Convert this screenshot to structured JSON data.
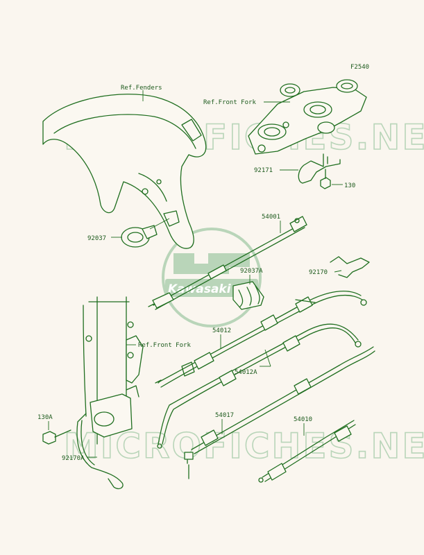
{
  "figure_code": "F2540",
  "watermark": {
    "text": "MICROFICHES.NET",
    "logo_text": "Kawasaki"
  },
  "labels": {
    "ref_fenders": "Ref.Fenders",
    "ref_front_fork_top": "Ref.Front Fork",
    "ref_front_fork_left": "Ref.Front Fork",
    "p92171": "92171",
    "p130": "130",
    "p54001": "54001",
    "p92037": "92037",
    "p92037A": "92037A",
    "p92170": "92170",
    "p54012": "54012",
    "p54012A": "54012A",
    "p130A": "130A",
    "p54017": "54017",
    "p54010": "54010",
    "p92170A": "92170A"
  },
  "colors": {
    "line": "#1f6e1f",
    "watermark": "#b9d5b9",
    "background": "#faf6ef"
  }
}
